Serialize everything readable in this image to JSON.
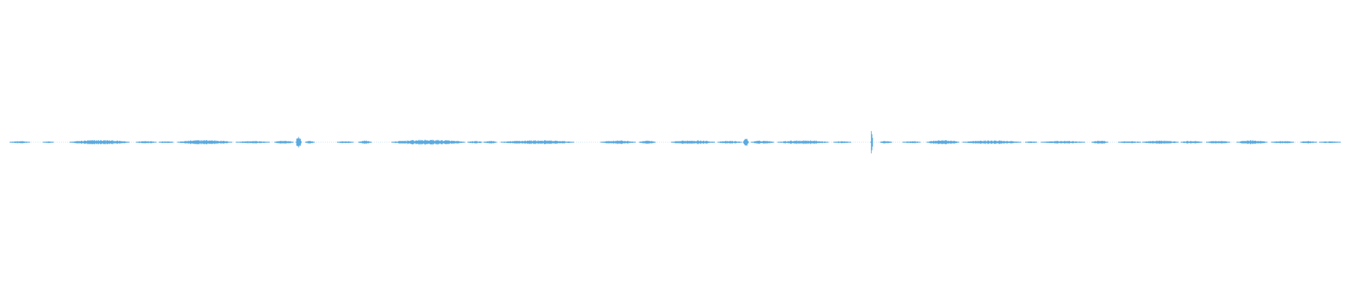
{
  "waveform": {
    "color": "#5aaae0",
    "peak_scale": 0.1,
    "segments": [
      {
        "start": 0.0,
        "end": 0.015,
        "amp": 0.08
      },
      {
        "start": 0.025,
        "end": 0.033,
        "amp": 0.06
      },
      {
        "start": 0.045,
        "end": 0.09,
        "amp": 0.16
      },
      {
        "start": 0.095,
        "end": 0.11,
        "amp": 0.1
      },
      {
        "start": 0.112,
        "end": 0.123,
        "amp": 0.08
      },
      {
        "start": 0.126,
        "end": 0.167,
        "amp": 0.16
      },
      {
        "start": 0.17,
        "end": 0.195,
        "amp": 0.09
      },
      {
        "start": 0.199,
        "end": 0.213,
        "amp": 0.12
      },
      {
        "start": 0.215,
        "end": 0.219,
        "amp": 0.45
      },
      {
        "start": 0.222,
        "end": 0.229,
        "amp": 0.1
      },
      {
        "start": 0.246,
        "end": 0.258,
        "amp": 0.08
      },
      {
        "start": 0.262,
        "end": 0.272,
        "amp": 0.12
      },
      {
        "start": 0.287,
        "end": 0.342,
        "amp": 0.18
      },
      {
        "start": 0.344,
        "end": 0.355,
        "amp": 0.09
      },
      {
        "start": 0.356,
        "end": 0.366,
        "amp": 0.1
      },
      {
        "start": 0.369,
        "end": 0.424,
        "amp": 0.14
      },
      {
        "start": 0.444,
        "end": 0.47,
        "amp": 0.13
      },
      {
        "start": 0.473,
        "end": 0.485,
        "amp": 0.12
      },
      {
        "start": 0.497,
        "end": 0.53,
        "amp": 0.14
      },
      {
        "start": 0.532,
        "end": 0.55,
        "amp": 0.1
      },
      {
        "start": 0.551,
        "end": 0.555,
        "amp": 0.3
      },
      {
        "start": 0.557,
        "end": 0.574,
        "amp": 0.12
      },
      {
        "start": 0.577,
        "end": 0.615,
        "amp": 0.14
      },
      {
        "start": 0.619,
        "end": 0.632,
        "amp": 0.08
      },
      {
        "start": 0.6468,
        "end": 0.6484,
        "amp": 1.0
      },
      {
        "start": 0.654,
        "end": 0.663,
        "amp": 0.1
      },
      {
        "start": 0.671,
        "end": 0.684,
        "amp": 0.09
      },
      {
        "start": 0.689,
        "end": 0.713,
        "amp": 0.16
      },
      {
        "start": 0.716,
        "end": 0.76,
        "amp": 0.13
      },
      {
        "start": 0.763,
        "end": 0.772,
        "amp": 0.07
      },
      {
        "start": 0.775,
        "end": 0.808,
        "amp": 0.1
      },
      {
        "start": 0.813,
        "end": 0.825,
        "amp": 0.13
      },
      {
        "start": 0.833,
        "end": 0.85,
        "amp": 0.08
      },
      {
        "start": 0.851,
        "end": 0.878,
        "amp": 0.12
      },
      {
        "start": 0.88,
        "end": 0.896,
        "amp": 0.1
      },
      {
        "start": 0.899,
        "end": 0.917,
        "amp": 0.1
      },
      {
        "start": 0.922,
        "end": 0.945,
        "amp": 0.14
      },
      {
        "start": 0.948,
        "end": 0.965,
        "amp": 0.09
      },
      {
        "start": 0.97,
        "end": 0.982,
        "amp": 0.09
      },
      {
        "start": 0.984,
        "end": 1.0,
        "amp": 0.07
      }
    ]
  }
}
